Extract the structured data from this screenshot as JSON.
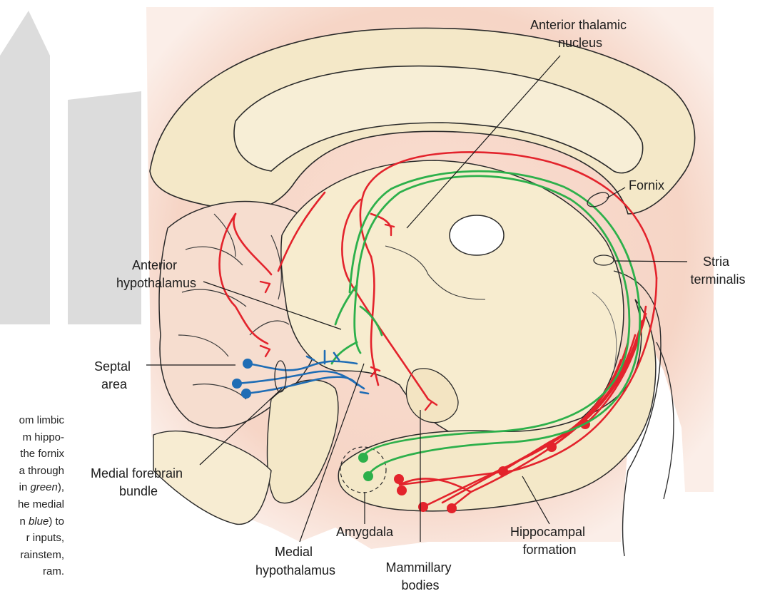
{
  "caption": {
    "lines": [
      [
        "om limbic"
      ],
      [
        "m hippo-"
      ],
      [
        "the fornix"
      ],
      [
        "a through"
      ],
      [
        "in ",
        {
          "em": "green"
        },
        "),"
      ],
      [
        "he medial"
      ],
      [
        "n ",
        {
          "em": "blue"
        },
        ") to"
      ],
      [
        "r  inputs,"
      ],
      [
        "rainstem,"
      ],
      [
        "ram."
      ]
    ]
  },
  "labels": {
    "anterior_thalamic_nucleus": [
      "Anterior thalamic",
      "nucleus"
    ],
    "fornix": [
      "Fornix"
    ],
    "stria_terminalis": [
      "Stria",
      "terminalis"
    ],
    "anterior_hypothalamus": [
      "Anterior",
      "hypothalamus"
    ],
    "septal_area": [
      "Septal",
      "area"
    ],
    "medial_forebrain_bundle": [
      "Medial forebrain",
      "bundle"
    ],
    "amygdala": [
      "Amygdala"
    ],
    "medial_hypothalamus": [
      "Medial",
      "hypothalamus"
    ],
    "mammillary_bodies": [
      "Mammillary",
      "bodies"
    ],
    "hippocampal_formation": [
      "Hippocampal",
      "formation"
    ]
  },
  "colors": {
    "pathway_red": "#e3232c",
    "pathway_green": "#2db04b",
    "pathway_blue": "#1f6db5",
    "tissue": "#f4e8c8",
    "tissue_pink": "#f6d9cc",
    "watermark": "#dcdcdc"
  }
}
